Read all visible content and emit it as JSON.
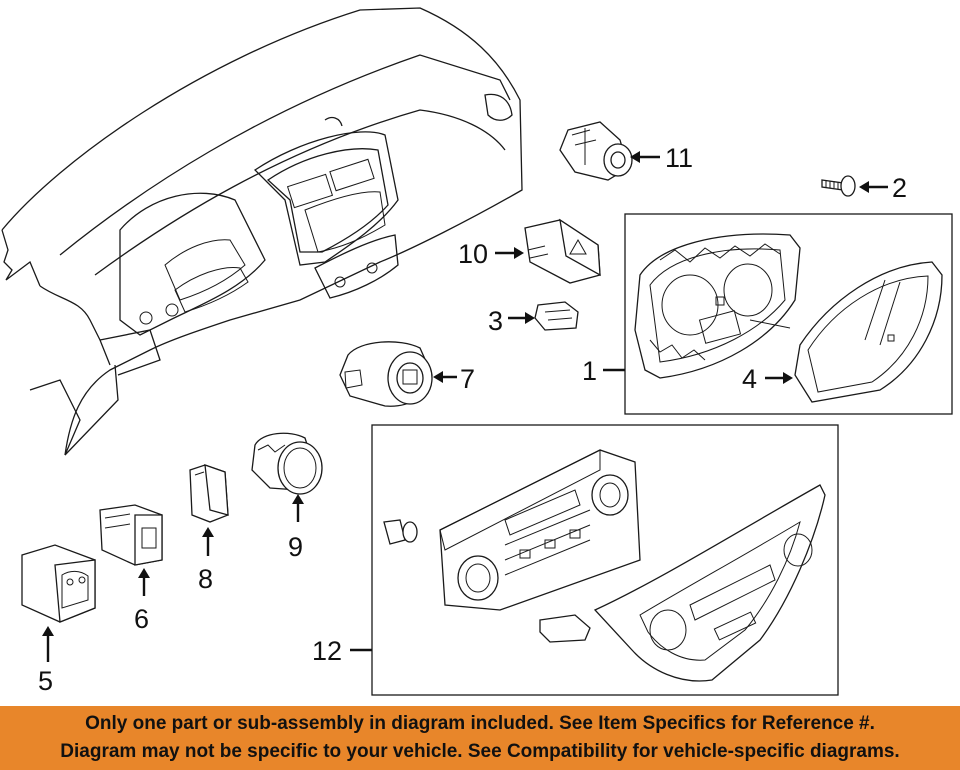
{
  "callouts": [
    {
      "id": "1",
      "text": "1"
    },
    {
      "id": "2",
      "text": "2"
    },
    {
      "id": "3",
      "text": "3"
    },
    {
      "id": "4",
      "text": "4"
    },
    {
      "id": "5",
      "text": "5"
    },
    {
      "id": "6",
      "text": "6"
    },
    {
      "id": "7",
      "text": "7"
    },
    {
      "id": "8",
      "text": "8"
    },
    {
      "id": "9",
      "text": "9"
    },
    {
      "id": "10",
      "text": "10"
    },
    {
      "id": "11",
      "text": "11"
    },
    {
      "id": "12",
      "text": "12"
    }
  ],
  "footer": {
    "line1": "Only one part or sub-assembly in diagram included. See Item Specifics for Reference #.",
    "line2": "Diagram may not be specific to your vehicle. See Compatibility for vehicle-specific diagrams."
  },
  "colors": {
    "footer_bg": "#e8862a",
    "line": "#1a1a1a"
  }
}
